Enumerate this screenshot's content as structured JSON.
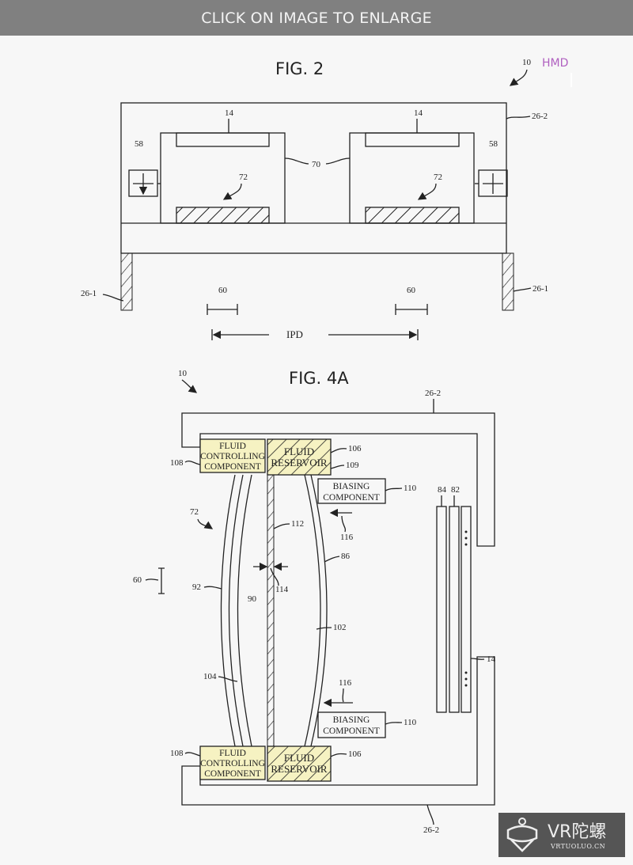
{
  "banner": {
    "text": "CLICK ON IMAGE TO ENLARGE"
  },
  "fig2": {
    "title": "FIG. 2",
    "ref_10": "10",
    "annotation_hmd": "HMD",
    "ref_26_2": "26-2",
    "ref_14": "14",
    "ref_58": "58",
    "ref_70": "70",
    "ref_72": "72",
    "ref_26_1": "26-1",
    "ref_60": "60",
    "ipd": "IPD"
  },
  "fig4a": {
    "title": "FIG. 4A",
    "ref_10": "10",
    "ref_26_2": "26-2",
    "fluid_controlling": [
      "FLUID",
      "CONTROLLING",
      "COMPONENT"
    ],
    "fluid_reservoir": [
      "FLUID",
      "RESERVOIR"
    ],
    "biasing": [
      "BIASING",
      "COMPONENT"
    ],
    "ref_108": "108",
    "ref_106": "106",
    "ref_109": "109",
    "ref_110": "110",
    "ref_84": "84",
    "ref_82": "82",
    "ref_72": "72",
    "ref_112": "112",
    "ref_116": "116",
    "ref_86": "86",
    "ref_60": "60",
    "ref_92": "92",
    "ref_90": "90",
    "ref_114": "114",
    "ref_102": "102",
    "ref_104": "104",
    "ref_14": "14"
  },
  "watermark": {
    "brand": "VR陀螺",
    "url": "VRTUOLUO.CN"
  },
  "colors": {
    "banner": "#808080",
    "background": "#f7f7f7",
    "highlight": "#f6f2c2",
    "hmd": "#b060c0"
  }
}
